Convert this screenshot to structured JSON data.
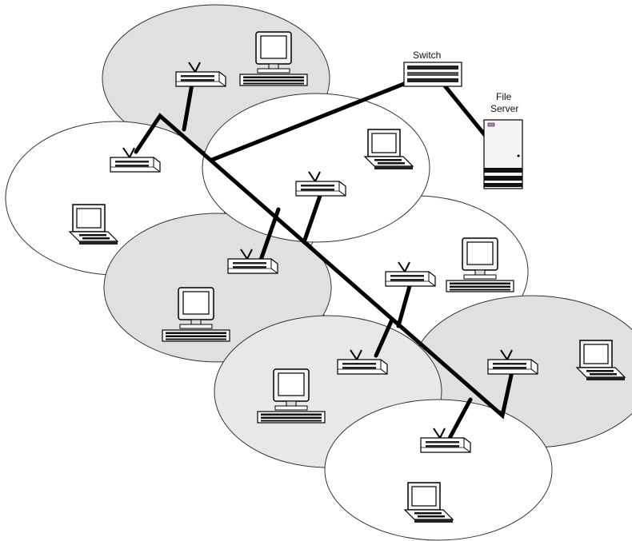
{
  "labels": {
    "switch": "Switch",
    "file_server_line1": "File",
    "file_server_line2": "Server"
  },
  "colors": {
    "cell_shaded": "#e0e0e0",
    "cell_light": "#ffffff",
    "outline": "#333333",
    "backbone": "#000000"
  },
  "cells": [
    {
      "name": "cell-1",
      "shade": "shaded",
      "device": "desktop"
    },
    {
      "name": "cell-2",
      "shade": "light",
      "device": "laptop"
    },
    {
      "name": "cell-3",
      "shade": "shaded",
      "device": "desktop"
    },
    {
      "name": "cell-4",
      "shade": "light",
      "device": "laptop"
    },
    {
      "name": "cell-5",
      "shade": "light",
      "device": "desktop"
    },
    {
      "name": "cell-6",
      "shade": "shaded",
      "device": "desktop"
    },
    {
      "name": "cell-7",
      "shade": "shaded",
      "device": "laptop"
    },
    {
      "name": "cell-8",
      "shade": "light",
      "device": "laptop"
    }
  ]
}
